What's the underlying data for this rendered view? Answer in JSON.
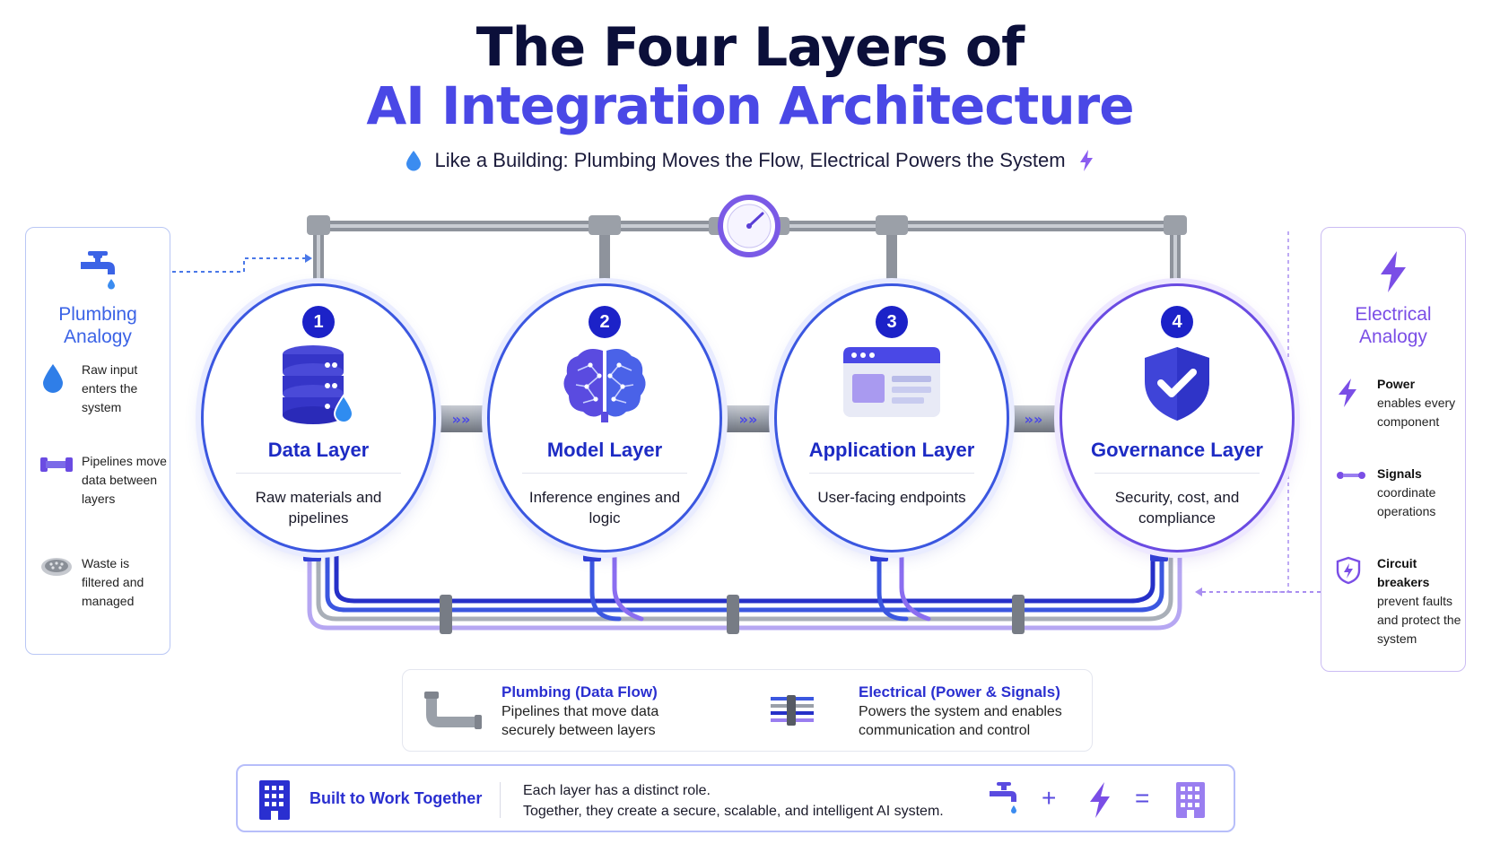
{
  "title": {
    "line1": "The Four Layers of",
    "line2": "AI Integration Architecture",
    "subtitle": "Like a Building: Plumbing Moves the Flow, Electrical Powers the System"
  },
  "plumbing_panel": {
    "title": "Plumbing Analogy",
    "items": [
      {
        "icon": "water-drop-icon",
        "text": "Raw input enters the system"
      },
      {
        "icon": "pipe-segment-icon",
        "text": "Pipelines move data between layers"
      },
      {
        "icon": "drain-icon",
        "text": "Waste is filtered and managed"
      }
    ]
  },
  "electrical_panel": {
    "title": "Electrical Analogy",
    "items": [
      {
        "icon": "lightning-icon",
        "heading": "Power",
        "text": "enables every component"
      },
      {
        "icon": "signal-connector-icon",
        "heading": "Signals",
        "text": "coordinate operations"
      },
      {
        "icon": "circuit-shield-icon",
        "heading": "Circuit breakers",
        "text": "prevent faults and protect the system"
      }
    ]
  },
  "layers": [
    {
      "number": "1",
      "title": "Data Layer",
      "desc": "Raw materials and pipelines",
      "icon": "database-icon"
    },
    {
      "number": "2",
      "title": "Model Layer",
      "desc": "Inference engines and logic",
      "icon": "brain-icon"
    },
    {
      "number": "3",
      "title": "Application Layer",
      "desc": "User-facing endpoints",
      "icon": "app-window-icon"
    },
    {
      "number": "4",
      "title": "Governance Layer",
      "desc": "Security, cost, and compliance",
      "icon": "shield-check-icon"
    }
  ],
  "legend": {
    "plumbing_title": "Plumbing (Data Flow)",
    "plumbing_text_1": "Pipelines that move data",
    "plumbing_text_2": "securely between layers",
    "electrical_title": "Electrical (Power & Signals)",
    "electrical_text_1": "Powers the system and enables",
    "electrical_text_2": "communication and control"
  },
  "banner": {
    "title": "Built to Work Together",
    "text_1": "Each layer has a distinct role.",
    "text_2": "Together, they create a secure, scalable, and intelligent AI system.",
    "plus": "+",
    "equals": "="
  },
  "colors": {
    "navy": "#0b0f3a",
    "accent_blue": "#4a48e6",
    "badge_blue": "#1c22c8",
    "purple": "#7a4ee6",
    "pipe_gray": "#8d929b"
  }
}
